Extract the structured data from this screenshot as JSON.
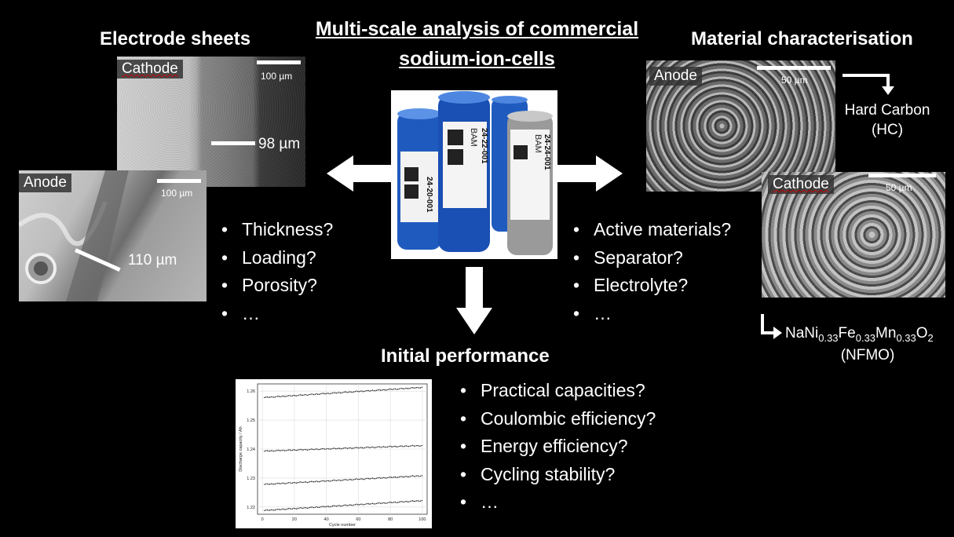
{
  "title": {
    "line1": "Multi-scale analysis of commercial",
    "line2": "sodium-ion-cells"
  },
  "electrode_sheets": {
    "heading": "Electrode sheets",
    "cathode": {
      "label": "Cathode",
      "scale": "100 µm",
      "thickness": "98 µm"
    },
    "anode": {
      "label": "Anode",
      "scale": "100 µm",
      "thickness": "110 µm"
    },
    "questions": [
      "Thickness?",
      "Loading?",
      "Porosity?",
      "…"
    ]
  },
  "material": {
    "heading": "Material characterisation",
    "anode": {
      "label": "Anode",
      "scale": "50 µm",
      "material": "Hard Carbon",
      "abbr": "(HC)"
    },
    "cathode": {
      "label": "Cathode",
      "scale": "50 µm",
      "formula": {
        "na": "NaNi",
        "s1": "0.33",
        "fe": "Fe",
        "s2": "0.33",
        "mn": "Mn",
        "s3": "0.33",
        "o": "O",
        "s4": "2"
      },
      "abbr": "(NFMO)"
    },
    "questions": [
      "Active materials?",
      "Separator?",
      "Electrolyte?",
      "…"
    ]
  },
  "cells": {
    "brand": "BAM",
    "ids": [
      "24-20-001",
      "24-22-001",
      "24-24-001"
    ]
  },
  "performance": {
    "heading": "Initial performance",
    "questions": [
      "Practical capacities?",
      "Coulombic efficiency?",
      "Energy efficiency?",
      "Cycling stability?",
      "…"
    ]
  },
  "chart_data": {
    "type": "line",
    "xlabel": "Cycle number",
    "ylabel": "Discharge capacity / Ah",
    "xlim": [
      -3,
      103
    ],
    "ylim": [
      1.2175,
      1.2625
    ],
    "xticks": [
      0,
      20,
      40,
      60,
      80,
      100
    ],
    "yticks": [
      1.22,
      1.23,
      1.24,
      1.25,
      1.26
    ],
    "grid": true,
    "series": [
      {
        "x": [
          1,
          100
        ],
        "values": [
          1.2578,
          1.2613
        ]
      },
      {
        "x": [
          1,
          100
        ],
        "values": [
          1.2393,
          1.2412
        ]
      },
      {
        "x": [
          1,
          100
        ],
        "values": [
          1.2278,
          1.2308
        ]
      },
      {
        "x": [
          1,
          100
        ],
        "values": [
          1.2188,
          1.2222
        ]
      }
    ]
  },
  "colors": {
    "background": "#000000",
    "text": "#ffffff",
    "cell_blue": "#1f5bbf",
    "cell_grey": "#9a9a9a"
  }
}
